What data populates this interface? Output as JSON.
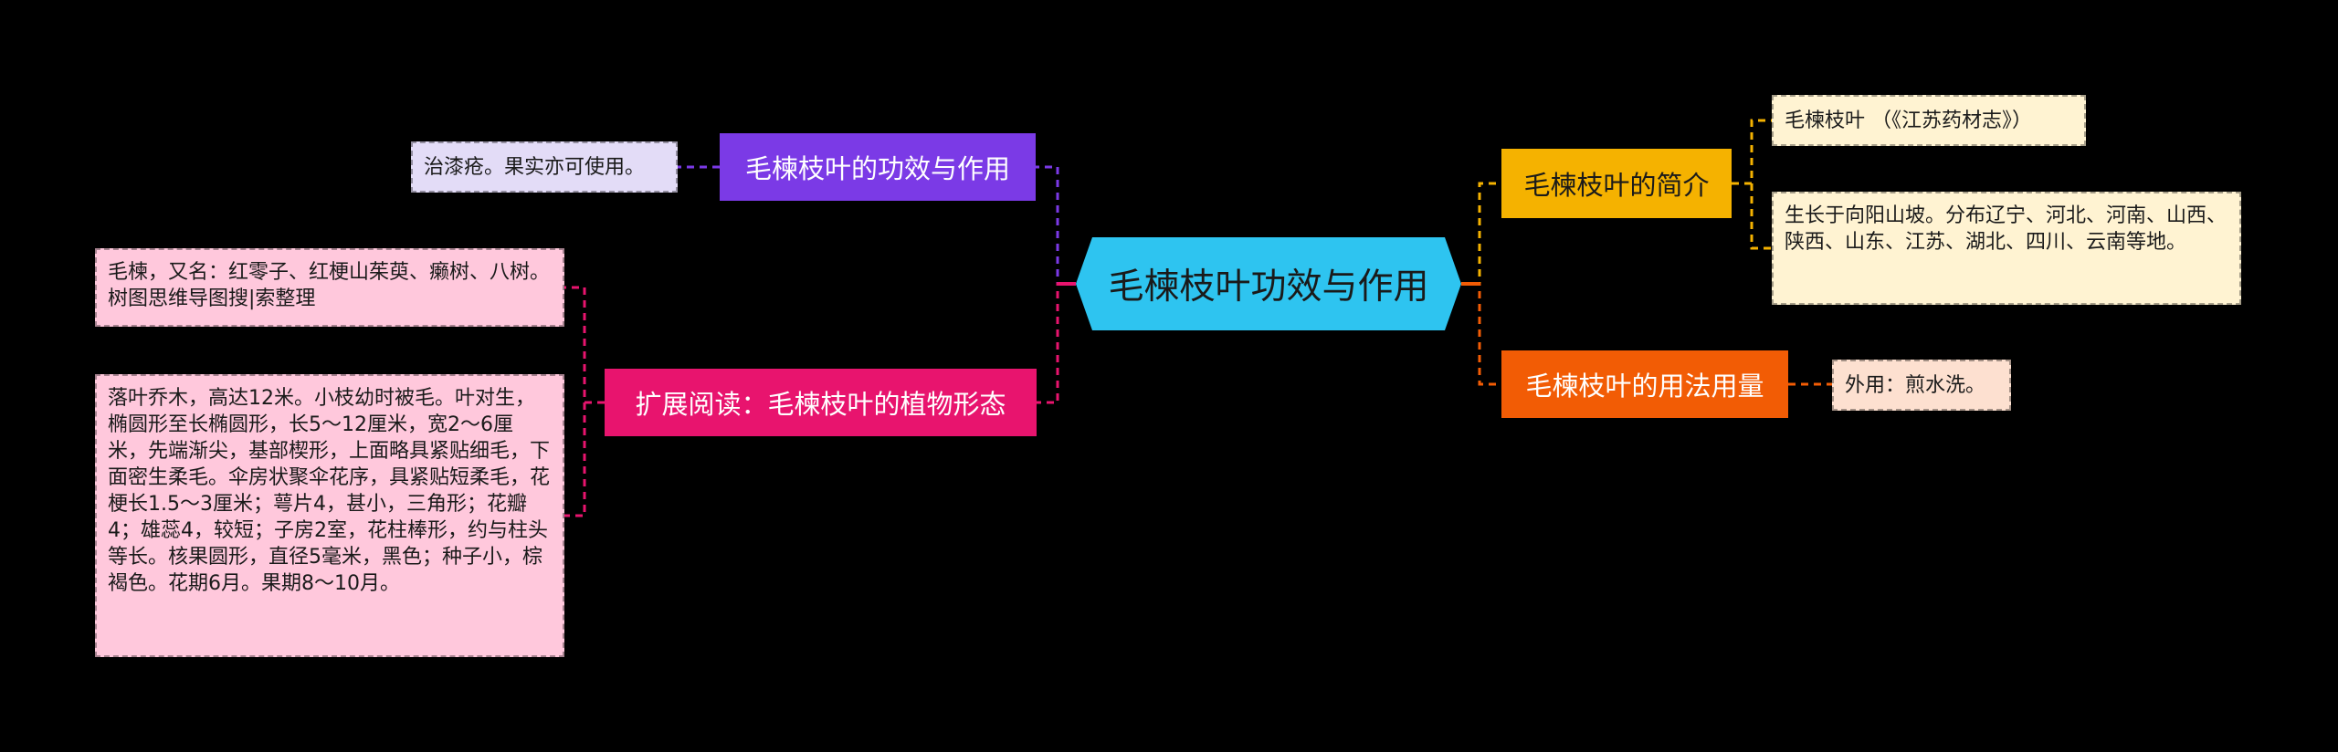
{
  "center": {
    "label": "毛楝枝叶功效与作用"
  },
  "branches": {
    "effect": {
      "label": "毛楝枝叶的功效与作用",
      "note": "治漆疮。果实亦可使用。"
    },
    "morphology": {
      "label": "扩展阅读：毛楝枝叶的植物形态",
      "alias": "毛楝，又名：红零子、红梗山茱萸、癞树、八树。树图思维导图搜|索整理",
      "description": "落叶乔木，高达12米。小枝幼时被毛。叶对生，椭圆形至长椭圆形，长5～12厘米，宽2～6厘米，先端渐尖，基部楔形，上面略具紧贴细毛，下面密生柔毛。伞房状聚伞花序，具紧贴短柔毛，花梗长1.5～3厘米；萼片4，甚小，三角形；花瓣4；雄蕊4，较短；子房2室，花柱棒形，约与柱头等长。核果圆形，直径5毫米，黑色；种子小，棕褐色。花期6月。果期8～10月。"
    },
    "intro": {
      "label": "毛楝枝叶的简介",
      "source": "毛楝枝叶 （《江苏药材志》）",
      "habitat": "生长于向阳山坡。分布辽宁、河北、河南、山西、陕西、山东、江苏、湖北、四川、云南等地。"
    },
    "usage": {
      "label": "毛楝枝叶的用法用量",
      "dosage": "外用：煎水洗。"
    }
  },
  "colors": {
    "background": "#000000",
    "center": "#2ec4f0",
    "purple": "#7b3ae6",
    "pink": "#e8146e",
    "yellow": "#f5b200",
    "orange": "#f25c05"
  }
}
